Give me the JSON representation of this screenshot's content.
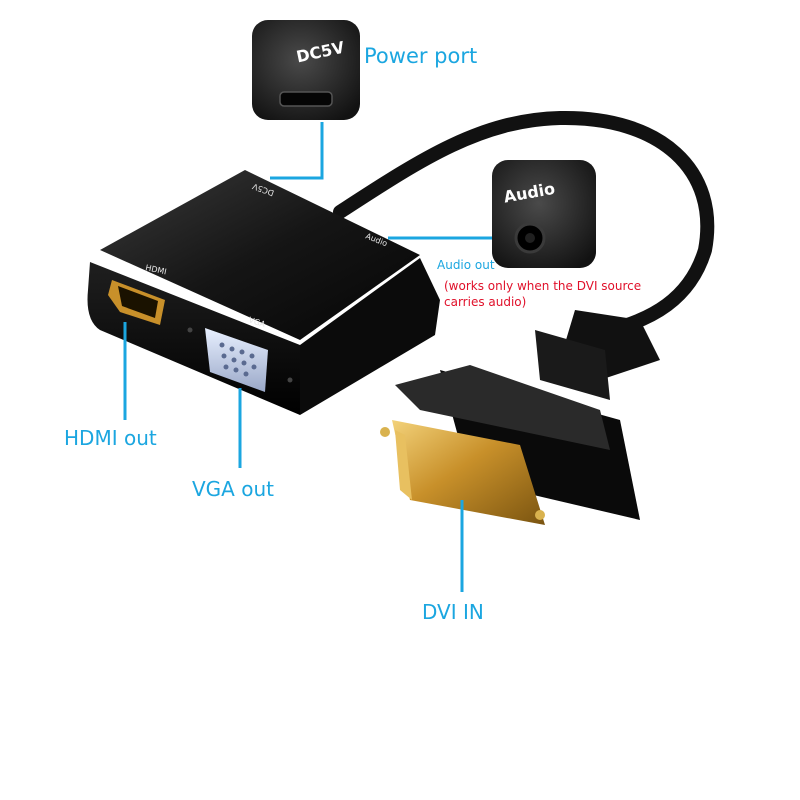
{
  "product": {
    "port_print_hdmi": "HDMI",
    "port_print_vga": "VGA",
    "port_print_dc": "DC5V",
    "port_print_audio": "Audio"
  },
  "callouts": {
    "power_port_zoom_text": "DC5V",
    "audio_zoom_text": "Audio"
  },
  "labels": {
    "power_port": "Power port",
    "audio_out": "Audio out",
    "audio_note_line1": "(works only when the DVI source",
    "audio_note_line2": "carries audio)",
    "hdmi_out": "HDMI out",
    "vga_out": "VGA out",
    "dvi_in": "DVI IN"
  },
  "colors": {
    "label_blue": "#1ba6e0",
    "note_red": "#e0102a",
    "body_black": "#0d0d0d",
    "gold": "#d4a233"
  }
}
